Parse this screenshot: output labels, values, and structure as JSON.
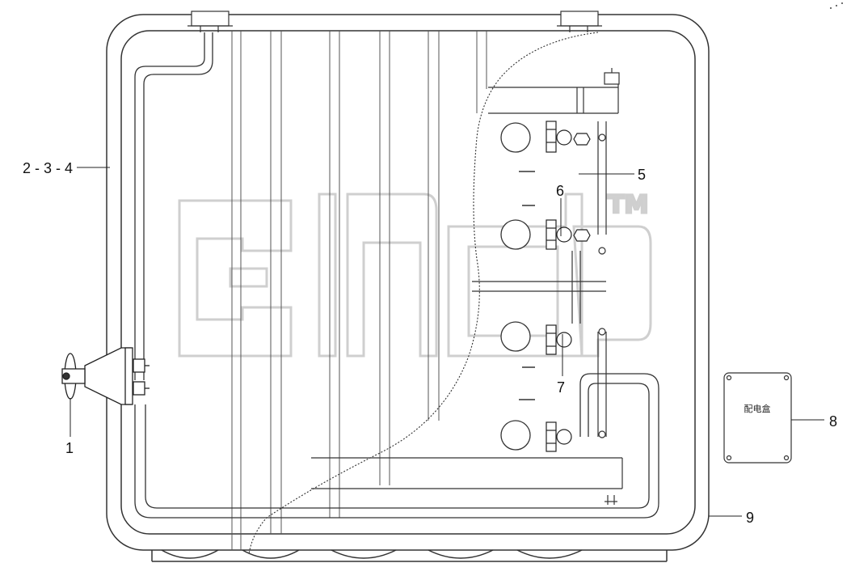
{
  "callouts": {
    "c1": "1",
    "c234": "2 - 3 - 4",
    "c5": "5",
    "c6": "6",
    "c7": "7",
    "c8": "8",
    "c9": "9"
  },
  "distribution_box": {
    "label": "配电盒"
  },
  "watermark": {
    "tm": "TM"
  }
}
